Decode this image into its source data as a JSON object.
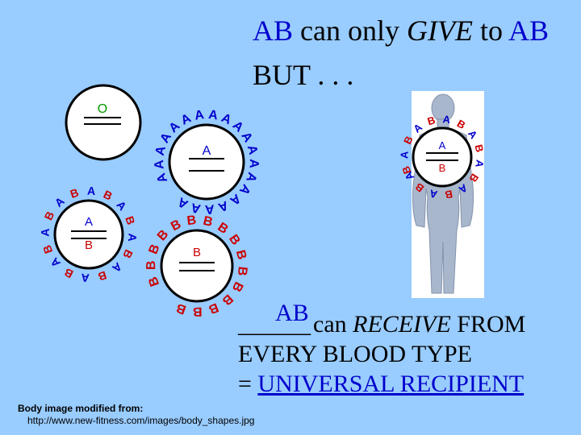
{
  "title": {
    "ab_first": "AB",
    "middle": " can only ",
    "give": "GIVE",
    "to": " to ",
    "ab_second": "AB",
    "line2": "BUT . . ."
  },
  "cells": {
    "o_cell_label": "O",
    "a_cell_label": "A",
    "ab_cell_top": "A",
    "ab_cell_bottom": "B",
    "b_cell_label": "B",
    "body_cell_top": "A",
    "body_cell_bottom": "B"
  },
  "statement": {
    "blank": "______",
    "ab": "AB",
    "can": " can ",
    "receive": "RECEIVE",
    "from": " FROM",
    "line2": "EVERY BLOOD TYPE",
    "line3_prefix": "= ",
    "answer": "UNIVERSAL RECIPIENT"
  },
  "credit": {
    "line1": "Body image modified from:",
    "line2": "http://www.new-fitness.com/images/body_shapes.jpg"
  },
  "colors": {
    "background": "#99ccff",
    "antibody_a": "#0000cc",
    "antibody_b": "#cc0000",
    "o_label": "#009900"
  }
}
